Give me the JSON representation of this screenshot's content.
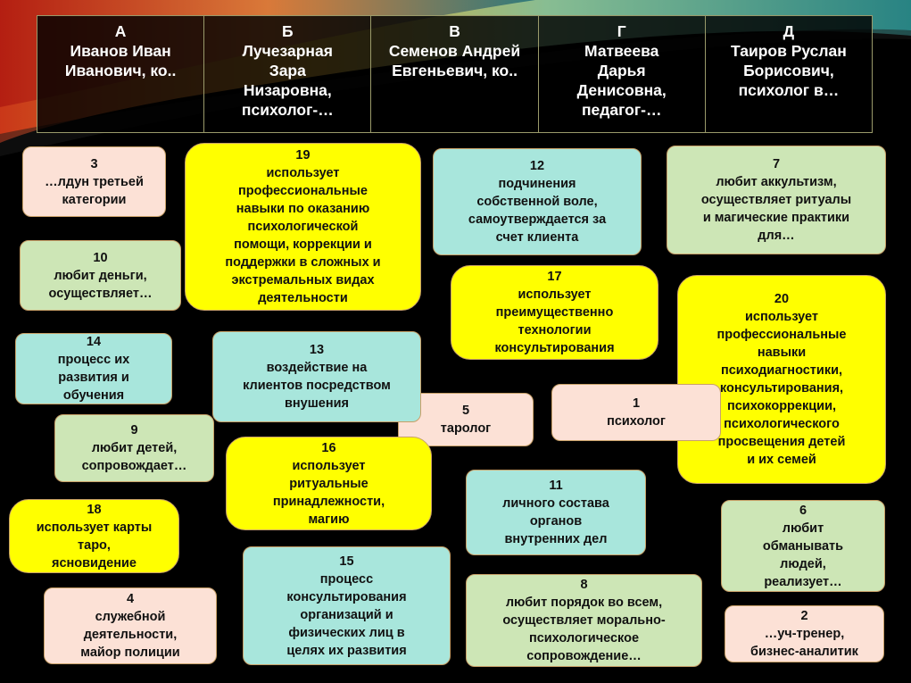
{
  "colors": {
    "background": "#000000",
    "header_text": "#ffffff",
    "peach": "#fce1d6",
    "teal": "#a8e6dc",
    "sage": "#cde6b6",
    "yellow": "#ffff00"
  },
  "header": [
    {
      "letter": "А",
      "name": "Иванов Иван Иванович, ко.."
    },
    {
      "letter": "Б",
      "name": "Лучезарная Зара Низаровна, психолог-…"
    },
    {
      "letter": "В",
      "name": "Семенов Андрей Евгеньевич, ко.."
    },
    {
      "letter": "Г",
      "name": "Матвеева Дарья Денисовна, педагог-…"
    },
    {
      "letter": "Д",
      "name": "Таиров Руслан Борисович, психолог в…"
    }
  ],
  "cards": [
    {
      "num": "3",
      "text": "…лдун третьей\nкатегории"
    },
    {
      "num": "19",
      "text": "использует\nпрофессиональные\nнавыки по оказанию\nпсихологической\nпомощи, коррекции и\nподдержки в сложных и\nэкстремальных видах\nдеятельности"
    },
    {
      "num": "12",
      "text": "подчинения\nсобственной воле,\nсамоутверждается за\nсчет клиента"
    },
    {
      "num": "7",
      "text": "любит аккультизм,\nосуществляет ритуалы\nи магические практики\nдля…"
    },
    {
      "num": "10",
      "text": "любит деньги,\nосуществляет…"
    },
    {
      "num": "17",
      "text": "использует\nпреимущественно\nтехнологии\nконсультирования"
    },
    {
      "num": "20",
      "text": "использует\nпрофессиональные\nнавыки\nпсиходиагностики,\nконсультирования,\nпсихокоррекции,\nпсихологического\nпросвещения детей\nи их семей"
    },
    {
      "num": "14",
      "text": "процесс их\nразвития и\nобучения"
    },
    {
      "num": "13",
      "text": "воздействие на\nклиентов посредством\nвнушения"
    },
    {
      "num": "5",
      "text": "таролог"
    },
    {
      "num": "1",
      "text": "психолог"
    },
    {
      "num": "9",
      "text": "любит детей,\nсопровождает…"
    },
    {
      "num": "16",
      "text": "использует\nритуальные\nпринадлежности,\nмагию"
    },
    {
      "num": "11",
      "text": "личного состава\nорганов\nвнутренних дел"
    },
    {
      "num": "18",
      "text": "использует карты\nтаро,\nясновидение"
    },
    {
      "num": "6",
      "text": "любит\nобманывать\nлюдей,\nреализует…"
    },
    {
      "num": "15",
      "text": "процесс\nконсультирования\nорганизаций и\nфизических лиц в\nцелях их развития"
    },
    {
      "num": "8",
      "text": "любит порядок во всем,\nосуществляет морально-\nпсихологическое\nсопровождение…"
    },
    {
      "num": "4",
      "text": "служебной\nдеятельности,\nмайор полиции"
    },
    {
      "num": "2",
      "text": "…уч-тренер,\nбизнес-аналитик"
    }
  ]
}
